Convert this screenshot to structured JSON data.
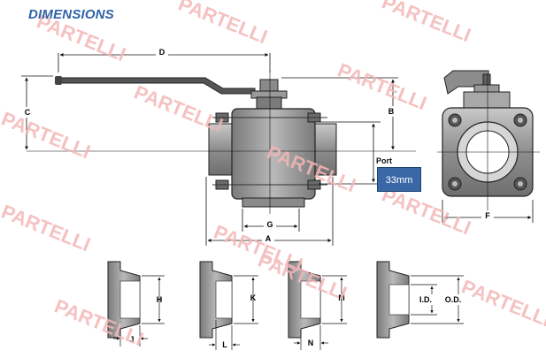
{
  "header": {
    "title": "DIMENSIONS"
  },
  "dimensions": {
    "d": "D",
    "c": "C",
    "b": "B",
    "g": "G",
    "a": "A",
    "f": "F",
    "h": "H",
    "j": "J",
    "k": "K",
    "l": "L",
    "m": "M",
    "n": "N",
    "id": "I.D.",
    "od": "O.D."
  },
  "port": {
    "label": "Port",
    "value": "33mm",
    "color": "#3a68a6"
  },
  "watermark": {
    "text": "PARTELLI",
    "color": "#f4b6b6"
  }
}
